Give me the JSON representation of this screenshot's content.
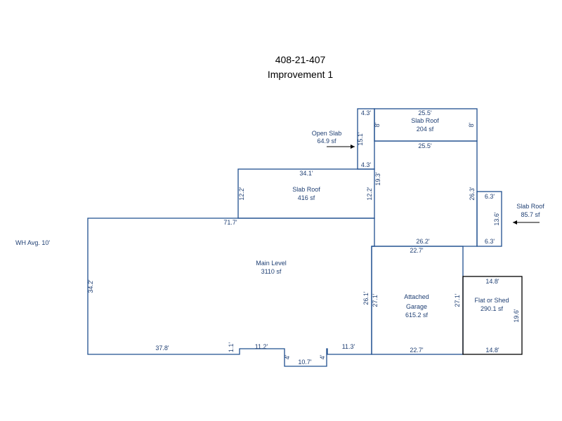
{
  "header": {
    "parcel_id": "408-21-407",
    "improvement": "Improvement 1"
  },
  "note": "WH Avg. 10'",
  "colors": {
    "line": "#1f4f8f",
    "dark_line": "#000000",
    "text": "#1f3f73"
  },
  "areas": {
    "main_level": {
      "name": "Main Level",
      "area": "3110 sf"
    },
    "slab_roof_mid": {
      "name": "Slab Roof",
      "area": "416 sf"
    },
    "slab_roof_top": {
      "name": "Slab Roof",
      "area": "204 sf"
    },
    "open_slab": {
      "name": "Open Slab",
      "area": "64.9 sf"
    },
    "slab_roof_right": {
      "name": "Slab Roof",
      "area": "85.7 sf"
    },
    "garage": {
      "name_line1": "Attached",
      "name_line2": "Garage",
      "area": "615.2 sf"
    },
    "shed": {
      "name": "Flat or Shed",
      "area": "290.1 sf"
    }
  },
  "dims": {
    "main_top": "71.7'",
    "main_left": "34.2'",
    "main_bottom_left": "37.8'",
    "main_step1": "1.1'",
    "main_step2": "11.2'",
    "notch_left": "4'",
    "notch_bottom": "10.7'",
    "notch_right": "4'",
    "main_step3": "11.3'",
    "main_right": "26.1'",
    "slab_mid_top": "34.1'",
    "slab_mid_left": "12.2'",
    "slab_mid_right": "12.2'",
    "open_top": "4.3'",
    "open_side": "15.1'",
    "open_bottom": "4.3'",
    "open_right_side": "19.3'",
    "top_slab_top": "25.5'",
    "top_slab_left": "8'",
    "top_slab_right": "8'",
    "top_slab_bottom": "25.5'",
    "connector_right": "26.3'",
    "connector_bottom": "26.2'",
    "right_slab_top": "6.3'",
    "right_slab_side": "13.6'",
    "right_slab_bottom": "6.3'",
    "garage_top": "22.7'",
    "garage_left": "27.1'",
    "garage_right": "27.1'",
    "garage_bottom": "22.7'",
    "shed_top": "14.8'",
    "shed_side": "19.6'",
    "shed_bottom": "14.8'"
  }
}
